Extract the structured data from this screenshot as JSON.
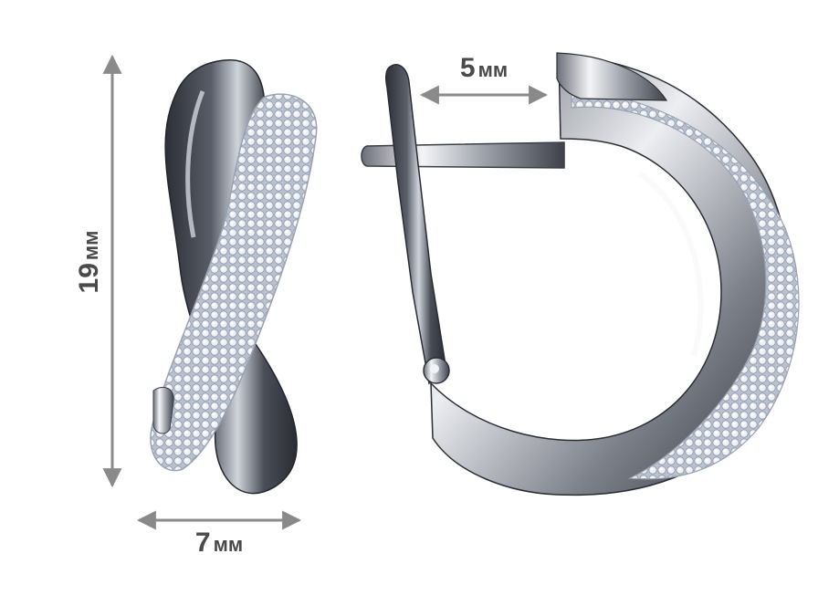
{
  "dimensions": {
    "height": {
      "value": "19",
      "unit": "мм"
    },
    "width": {
      "value": "7",
      "unit": "мм"
    },
    "depth": {
      "value": "5",
      "unit": "мм"
    }
  },
  "colors": {
    "metal_dark": "#3a3d44",
    "metal_light": "#e9ebef",
    "diamond": "#dfe6f2",
    "arrow": "#8a8a8a",
    "label": "#4a4a4a"
  }
}
